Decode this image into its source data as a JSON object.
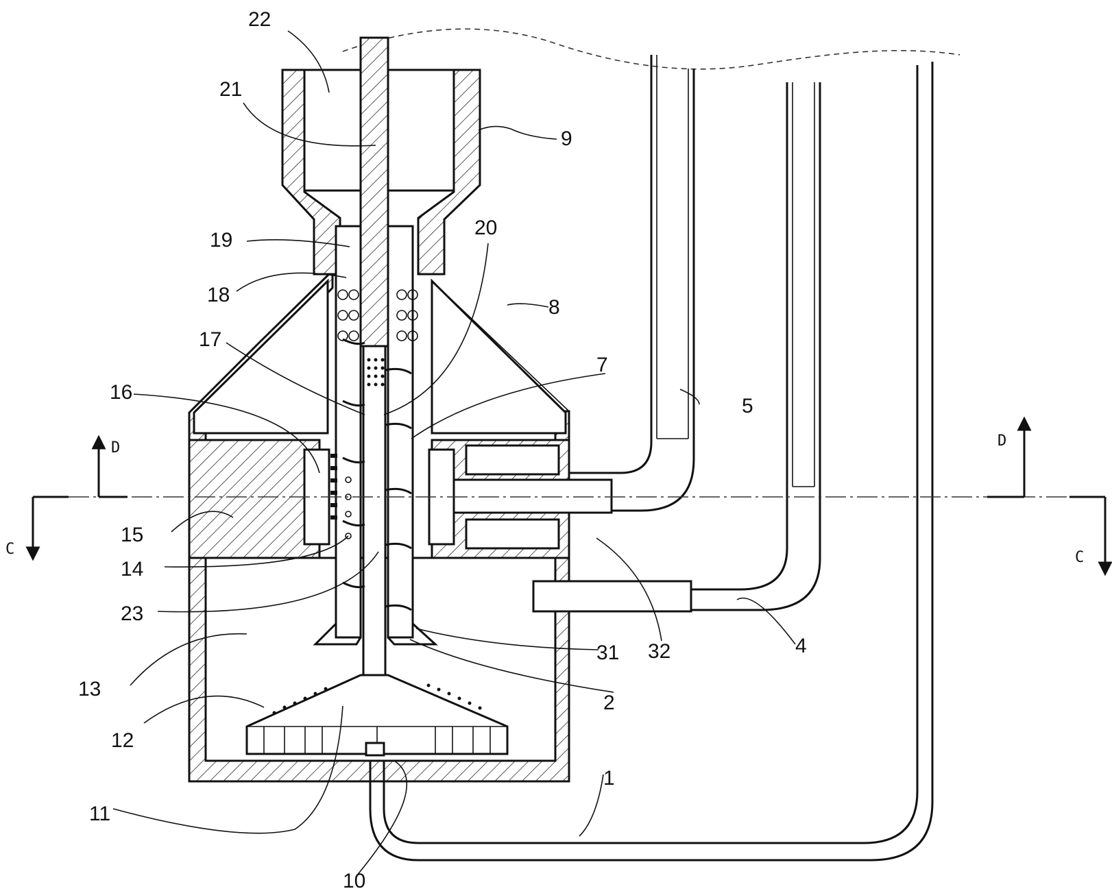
{
  "figure": {
    "labels": [
      {
        "id": "1",
        "text": "1"
      },
      {
        "id": "2",
        "text": "2"
      },
      {
        "id": "4",
        "text": "4"
      },
      {
        "id": "5",
        "text": "5"
      },
      {
        "id": "7",
        "text": "7"
      },
      {
        "id": "8",
        "text": "8"
      },
      {
        "id": "9",
        "text": "9"
      },
      {
        "id": "10",
        "text": "10"
      },
      {
        "id": "11",
        "text": "11"
      },
      {
        "id": "12",
        "text": "12"
      },
      {
        "id": "13",
        "text": "13"
      },
      {
        "id": "14",
        "text": "14"
      },
      {
        "id": "15",
        "text": "15"
      },
      {
        "id": "16",
        "text": "16"
      },
      {
        "id": "17",
        "text": "17"
      },
      {
        "id": "18",
        "text": "18"
      },
      {
        "id": "19",
        "text": "19"
      },
      {
        "id": "20",
        "text": "20"
      },
      {
        "id": "21",
        "text": "21"
      },
      {
        "id": "22",
        "text": "22"
      },
      {
        "id": "23",
        "text": "23"
      },
      {
        "id": "31",
        "text": "31"
      },
      {
        "id": "32",
        "text": "32"
      }
    ],
    "section_marks": {
      "left_d": "D",
      "right_d": "D",
      "left_c": "C",
      "right_c": "C"
    }
  }
}
